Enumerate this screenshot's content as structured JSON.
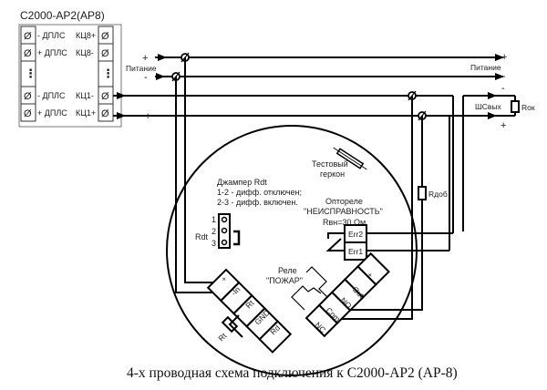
{
  "device": {
    "title": "С2000-АР2(АР8)",
    "left_terminals": [
      "- ДПЛС",
      "+ ДПЛС",
      "- ДПЛС",
      "+ ДПЛС"
    ],
    "right_terminals": [
      "КЦ8+",
      "КЦ8-",
      "КЦ1-",
      "КЦ1+"
    ],
    "terminal_symbol": "Ø",
    "ellipsis": "⋮"
  },
  "power": {
    "left_label": "Питание",
    "left_plus": "+",
    "left_minus": "-",
    "right_label": "Питание",
    "right_plus": "+",
    "right_minus": "-"
  },
  "loop": {
    "kc1_plus_sign": "+",
    "out_label": "ШСвых",
    "out_minus": "-",
    "out_plus": "+",
    "r_end": "Rок",
    "r_add": "Rдоб"
  },
  "detector": {
    "reed_label_1": "Тестовый",
    "reed_label_2": "геркон",
    "jumper_title": "Джампер Rdt",
    "jumper_line1": "1-2 - дифф. отключен;",
    "jumper_line2": "2-3 - дифф. включен.",
    "jumper_name": "Rdt",
    "jumper_pins": [
      "1",
      "2",
      "3"
    ],
    "optorelay_line1": "Оптореле",
    "optorelay_line2": "\"НЕИСПРАВНОСТЬ\"",
    "optorelay_line3": "Rвн=30 Ом",
    "err_terminals": [
      "Err2",
      "Err1"
    ],
    "relay_line1": "Реле",
    "relay_line2": "\"ПОЖАР\"",
    "left_block": [
      "+",
      "-In",
      "Rt",
      "GND",
      "Rd"
    ],
    "rt_label": "Rt",
    "right_block": [
      "+",
      "-Out",
      "NO",
      "Com",
      "NC"
    ]
  },
  "caption": "4-х проводная схема подключения к С2000-АР2 (АР-8)"
}
